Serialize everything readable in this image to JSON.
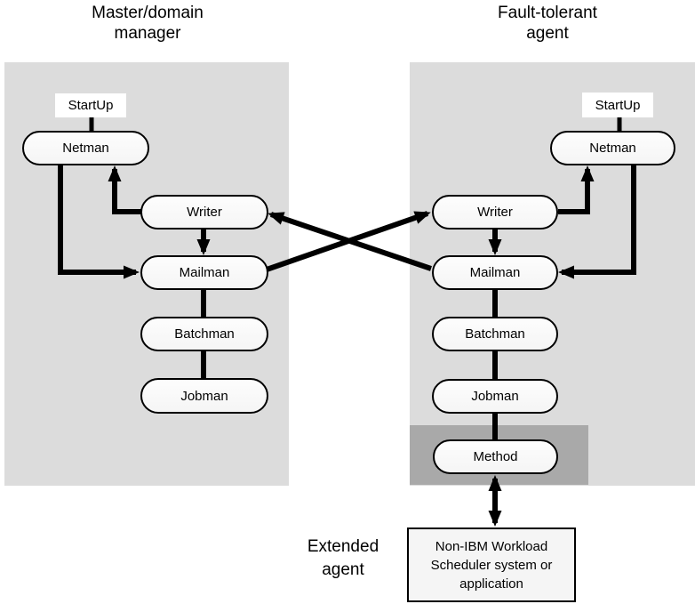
{
  "master": {
    "title": "Master/domain manager",
    "nodes": {
      "startup": "StartUp",
      "netman": "Netman",
      "writer": "Writer",
      "mailman": "Mailman",
      "batchman": "Batchman",
      "jobman": "Jobman"
    }
  },
  "fta": {
    "title": "Fault-tolerant agent",
    "nodes": {
      "startup": "StartUp",
      "netman": "Netman",
      "writer": "Writer",
      "mailman": "Mailman",
      "batchman": "Batchman",
      "jobman": "Jobman",
      "method": "Method"
    }
  },
  "extended_agent": {
    "label": "Extended agent",
    "external_box": "Non-IBM Workload Scheduler system or application"
  },
  "colors": {
    "panel_gray": "#dcdcdc",
    "band_gray": "#a9a9a9",
    "node_fill": "#f5f5f5",
    "node_border": "#000000",
    "arrow_black": "#000000",
    "background": "#ffffff"
  }
}
